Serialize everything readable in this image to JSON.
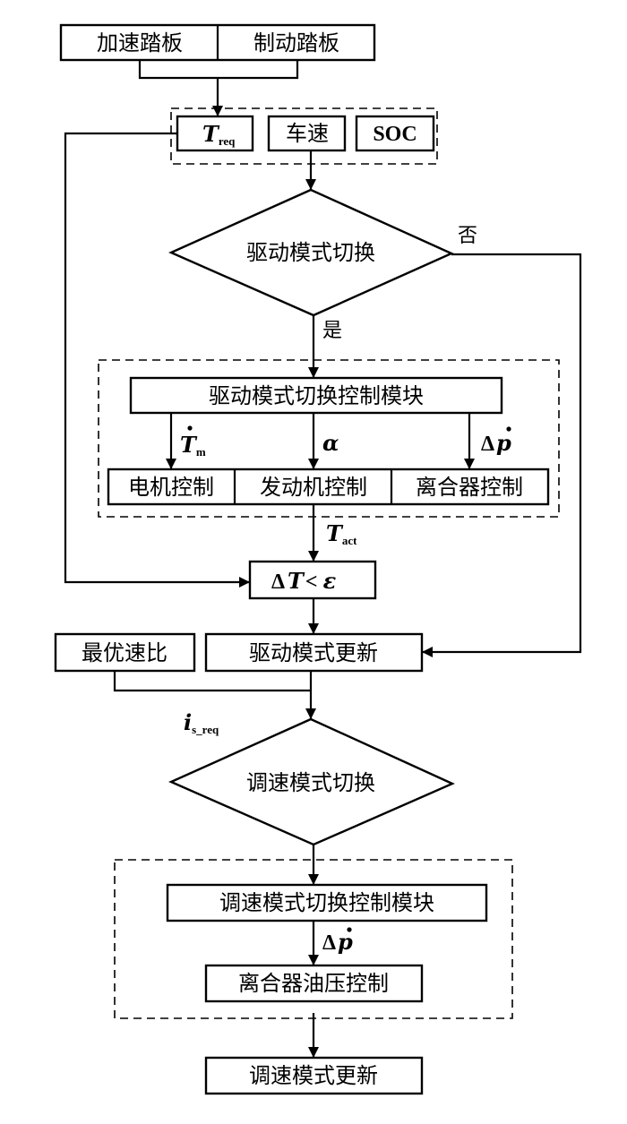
{
  "diagram": {
    "type": "flowchart",
    "inputs": {
      "accel_pedal": "加速踏板",
      "brake_pedal": "制动踏板"
    },
    "signals": {
      "treq": {
        "main": "T",
        "sub": "req"
      },
      "vehicle_speed": "车速",
      "soc": "SOC"
    },
    "decision1": {
      "label": "驱动模式切换",
      "no": "否",
      "yes": "是"
    },
    "drive_module": {
      "title": "驱动模式切换控制模块",
      "arrow_labels": {
        "motor": {
          "main": "T",
          "dot": "•",
          "sub": "m"
        },
        "engine": {
          "main": "α"
        },
        "clutch": {
          "prefix": "Δ",
          "main": "p",
          "dot": "•"
        }
      },
      "controls": [
        "电机控制",
        "发动机控制",
        "离合器控制"
      ]
    },
    "tact": {
      "main": "T",
      "sub": "act"
    },
    "compare": {
      "delta": "Δ",
      "T": "T",
      "lt": "<",
      "eps": "ε"
    },
    "optimal_ratio": "最优速比",
    "drive_update": "驱动模式更新",
    "is_req": {
      "main": "i",
      "sub": "s_req"
    },
    "decision2": {
      "label": "调速模式切换"
    },
    "speed_module": {
      "title": "调速模式切换控制模块",
      "arrow_label": {
        "prefix": "Δ",
        "main": "p",
        "dot": "•"
      },
      "control": "离合器油压控制"
    },
    "speed_update": "调速模式更新"
  }
}
